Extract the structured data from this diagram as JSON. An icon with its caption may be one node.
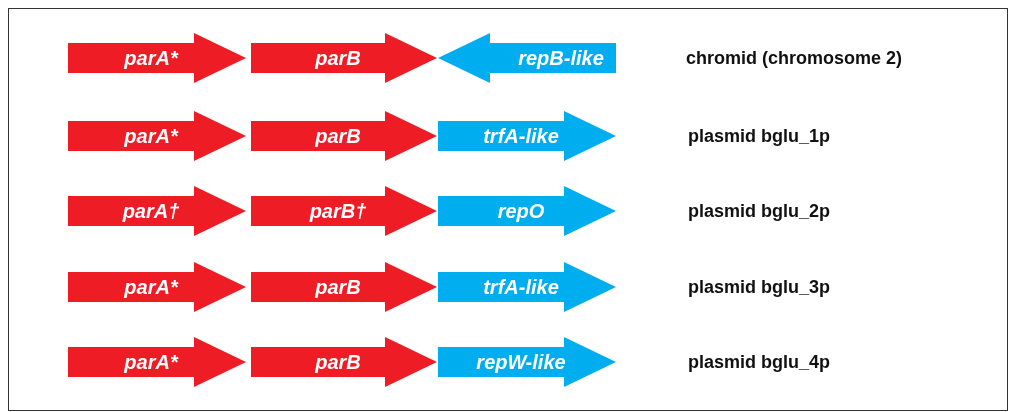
{
  "diagram": {
    "nodes": [
      {
        "text": [
          "parA*"
        ]
      },
      {
        "text": [
          "parB"
        ]
      },
      {
        "text": [
          "repB-like"
        ]
      },
      {
        "text": [
          "parA*"
        ]
      },
      {
        "text": [
          "parB"
        ]
      },
      {
        "text": [
          "trfA-like"
        ]
      },
      {
        "text": [
          "parA†"
        ]
      },
      {
        "text": [
          "parB†"
        ]
      },
      {
        "text": [
          "repO"
        ]
      },
      {
        "text": [
          "parA*"
        ]
      },
      {
        "text": [
          "parB"
        ]
      },
      {
        "text": [
          "trfA-like"
        ]
      },
      {
        "text": [
          "parA*"
        ]
      },
      {
        "text": [
          "parB"
        ]
      },
      {
        "text": [
          "repW-like"
        ]
      }
    ],
    "labels": [
      "chromid (chromosome 2)",
      "plasmid bglu_1p",
      "plasmid bglu_2p",
      "plasmid bglu_3p",
      "plasmid bglu_4p"
    ]
  }
}
